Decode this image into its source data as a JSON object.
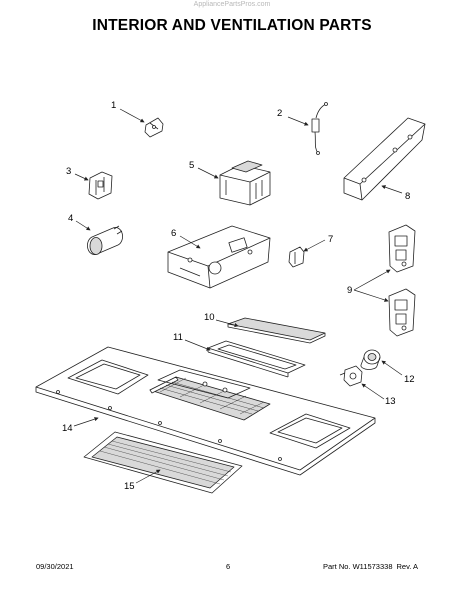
{
  "watermark": "AppliancePartsPros.com",
  "title": "INTERIOR AND VENTILATION PARTS",
  "callouts": [
    "1",
    "2",
    "3",
    "4",
    "5",
    "6",
    "7",
    "8",
    "9",
    "10",
    "11",
    "12",
    "13",
    "14",
    "15"
  ],
  "footer": {
    "date": "09/30/2021",
    "page_number": "6",
    "part_no": "Part No. W11573338",
    "revision": "Rev. A"
  },
  "colors": {
    "line": "#222222",
    "fill": "#ffffff",
    "shade": "#d9d9d9"
  }
}
